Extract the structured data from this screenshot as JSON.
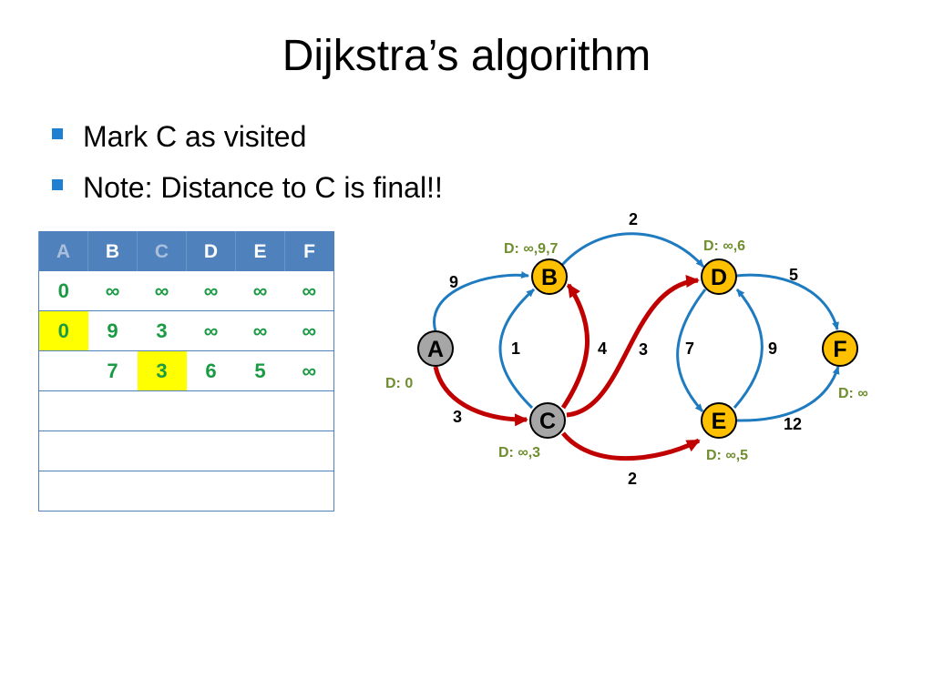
{
  "slide": {
    "title": "Dijkstra’s  algorithm",
    "bullets": [
      "Mark C as visited",
      "Note: Distance to C is final!!"
    ]
  },
  "table": {
    "headers": [
      "A",
      "B",
      "C",
      "D",
      "E",
      "F"
    ],
    "rows": [
      [
        "0",
        "∞",
        "∞",
        "∞",
        "∞",
        "∞"
      ],
      [
        "0",
        "9",
        "3",
        "∞",
        "∞",
        "∞"
      ],
      [
        "",
        "7",
        "3",
        "6",
        "5",
        "∞"
      ],
      [
        "",
        "",
        "",
        "",
        "",
        ""
      ],
      [
        "",
        "",
        "",
        "",
        "",
        ""
      ],
      [
        "",
        "",
        "",
        "",
        "",
        ""
      ]
    ]
  },
  "graph": {
    "nodes": {
      "A": {
        "label": "A",
        "distance": "D: 0"
      },
      "B": {
        "label": "B",
        "distance": "D: ∞,9,7"
      },
      "C": {
        "label": "C",
        "distance": "D: ∞,3"
      },
      "D": {
        "label": "D",
        "distance": "D: ∞,6"
      },
      "E": {
        "label": "E",
        "distance": "D: ∞,5"
      },
      "F": {
        "label": "F",
        "distance": "D: ∞"
      }
    },
    "edges": {
      "A_B": "9",
      "A_C": "3",
      "C_B_blue": "1",
      "C_B_red": "4",
      "C_D": "3",
      "C_E": "2",
      "B_D": "2",
      "D_E": "7",
      "E_D": "9",
      "D_F": "5",
      "E_F": "12"
    },
    "colors": {
      "visited_node": "#a6a6a6",
      "unvisited_node": "#ffc000",
      "edge": "#1f7bbf",
      "selected_edge": "#c00000",
      "distance_text": "#6f8e2e"
    }
  }
}
